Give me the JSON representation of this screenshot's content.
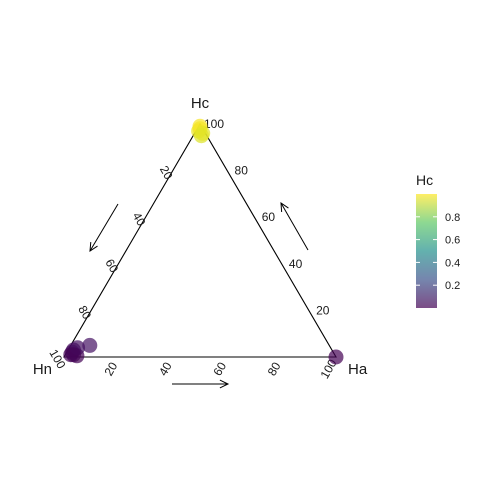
{
  "chart_data": {
    "type": "scatter",
    "subtype": "ternary",
    "axes": {
      "top": "Hc",
      "left": "Hn",
      "right": "Ha"
    },
    "ticks": [
      "20",
      "40",
      "60",
      "80",
      "100"
    ],
    "tick_values": [
      20,
      40,
      60,
      80,
      100
    ],
    "points": [
      {
        "Hc": 97,
        "Hn": 2,
        "Ha": 1,
        "value": 0.97
      },
      {
        "Hc": 98,
        "Hn": 1,
        "Ha": 1,
        "value": 0.98
      },
      {
        "Hc": 99,
        "Hn": 0.5,
        "Ha": 0.5,
        "value": 0.99
      },
      {
        "Hc": 95,
        "Hn": 2,
        "Ha": 3,
        "value": 0.95
      },
      {
        "Hc": 96,
        "Hn": 1,
        "Ha": 3,
        "value": 0.96
      },
      {
        "Hc": 2,
        "Hn": 96,
        "Ha": 2,
        "value": 0.02
      },
      {
        "Hc": 3,
        "Hn": 95,
        "Ha": 2,
        "value": 0.03
      },
      {
        "Hc": 1,
        "Hn": 97,
        "Ha": 2,
        "value": 0.01
      },
      {
        "Hc": 0.5,
        "Hn": 95,
        "Ha": 4.5,
        "value": 0.005
      },
      {
        "Hc": 5,
        "Hn": 88,
        "Ha": 7,
        "value": 0.05
      },
      {
        "Hc": 4,
        "Hn": 93,
        "Ha": 3,
        "value": 0.04
      },
      {
        "Hc": 1,
        "Hn": 96,
        "Ha": 3,
        "value": 0.01
      },
      {
        "Hc": 0,
        "Hn": 0,
        "Ha": 100,
        "value": 0.0
      }
    ],
    "color_scale": "viridis",
    "legend": {
      "title": "Hc",
      "ticks": [
        "0.2",
        "0.4",
        "0.6",
        "0.8"
      ],
      "tick_values": [
        0.2,
        0.4,
        0.6,
        0.8
      ],
      "range": [
        0,
        1
      ],
      "placement": "right"
    },
    "point_opacity": 0.7
  }
}
